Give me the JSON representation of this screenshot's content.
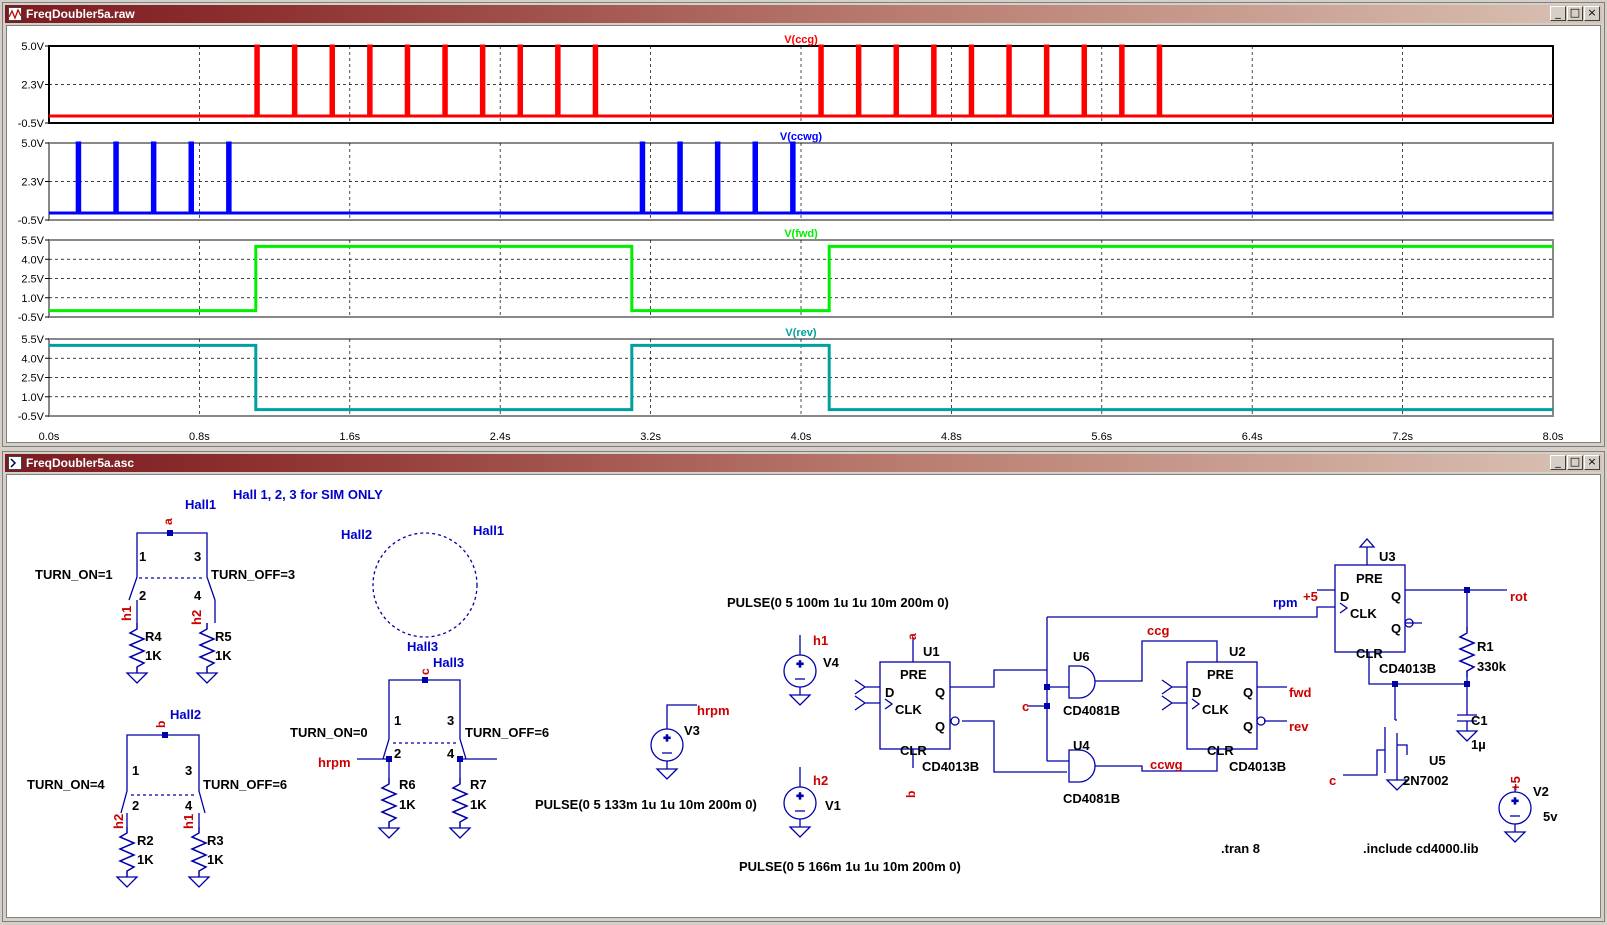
{
  "waveform_window": {
    "title": "FreqDoubler5a.raw",
    "buttons": [
      "_",
      "□",
      "×"
    ],
    "x_ticks": [
      "0.0s",
      "0.8s",
      "1.6s",
      "2.4s",
      "3.2s",
      "4.0s",
      "4.8s",
      "5.6s",
      "6.4s",
      "7.2s",
      "8.0s"
    ],
    "panes": [
      {
        "trace": "V(ccg)",
        "color": "#ff0000",
        "y_ticks": [
          "5.0V",
          "2.3V",
          "-0.5V"
        ]
      },
      {
        "trace": "V(ccwg)",
        "color": "#0000ff",
        "y_ticks": [
          "5.0V",
          "2.3V",
          "-0.5V"
        ]
      },
      {
        "trace": "V(fwd)",
        "color": "#00ee00",
        "y_ticks": [
          "5.5V",
          "4.0V",
          "2.5V",
          "1.0V",
          "-0.5V"
        ]
      },
      {
        "trace": "V(rev)",
        "color": "#00a0a0",
        "y_ticks": [
          "5.5V",
          "4.0V",
          "2.5V",
          "1.0V",
          "-0.5V"
        ]
      }
    ]
  },
  "chart_data": [
    {
      "type": "line",
      "title": "V(ccg)",
      "xlim": [
        0,
        8
      ],
      "ylim": [
        -0.5,
        5.0
      ],
      "series": [
        {
          "name": "V(ccg)",
          "pulses_at_s": [
            1.1,
            1.3,
            1.5,
            1.7,
            1.9,
            2.1,
            2.3,
            2.5,
            2.7,
            2.9,
            4.1,
            4.3,
            4.5,
            4.7,
            4.9,
            5.1,
            5.3,
            5.5,
            5.7,
            5.9
          ],
          "low": 0.0,
          "high": 5.0
        }
      ]
    },
    {
      "type": "line",
      "title": "V(ccwg)",
      "xlim": [
        0,
        8
      ],
      "ylim": [
        -0.5,
        5.0
      ],
      "series": [
        {
          "name": "V(ccwg)",
          "pulses_at_s": [
            0.15,
            0.35,
            0.55,
            0.75,
            0.95,
            3.15,
            3.35,
            3.55,
            3.75,
            3.95
          ],
          "low": 0.0,
          "high": 5.0
        }
      ]
    },
    {
      "type": "line",
      "title": "V(fwd)",
      "xlim": [
        0,
        8
      ],
      "ylim": [
        -0.5,
        5.5
      ],
      "series": [
        {
          "name": "V(fwd)",
          "x": [
            0,
            1.1,
            1.1,
            3.1,
            3.1,
            4.15,
            4.15,
            8.0
          ],
          "y": [
            0,
            0,
            5,
            5,
            0,
            0,
            5,
            5
          ]
        }
      ]
    },
    {
      "type": "line",
      "title": "V(rev)",
      "xlim": [
        0,
        8
      ],
      "ylim": [
        -0.5,
        5.5
      ],
      "series": [
        {
          "name": "V(rev)",
          "x": [
            0,
            1.1,
            1.1,
            3.1,
            3.1,
            4.15,
            4.15,
            8.0
          ],
          "y": [
            5,
            5,
            0,
            0,
            5,
            5,
            0,
            0
          ]
        }
      ]
    }
  ],
  "schematic_window": {
    "title": "FreqDoubler5a.asc",
    "buttons": [
      "_",
      "□",
      "×"
    ],
    "labels": {
      "hall_note": "Hall 1, 2, 3 for SIM ONLY",
      "hall1": "Hall1",
      "hall2": "Hall2",
      "hall3": "Hall3",
      "circle_hall1": "Hall1",
      "circle_hall2": "Hall2",
      "circle_hall3": "Hall3",
      "sw1_turn_on": "TURN_ON=1",
      "sw1_turn_off": "TURN_OFF=3",
      "sw2_turn_on": "TURN_ON=4",
      "sw2_turn_off": "TURN_OFF=6",
      "sw3_turn_on": "TURN_ON=0",
      "sw3_turn_off": "TURN_OFF=6",
      "pin1": "1",
      "pin2": "2",
      "pin3": "3",
      "pin4": "4",
      "net_a": "a",
      "net_b": "b",
      "net_c": "c",
      "net_h1": "h1",
      "net_h2": "h2",
      "net_hrpm": "hrpm",
      "R4": "R4",
      "R5": "R5",
      "R2": "R2",
      "R3": "R3",
      "R6": "R6",
      "R7": "R7",
      "R1": "R1",
      "val_1k": "1K",
      "val_330k": "330k",
      "C1": "C1",
      "C1_val": "1µ",
      "V1": "V1",
      "V2": "V2",
      "V3": "V3",
      "V4": "V4",
      "V2_val": "5v",
      "pulse_v4": "PULSE(0 5 100m 1u 1u 10m 200m 0)",
      "pulse_v3": "PULSE(0 5 133m 1u 1u 10m 200m 0)",
      "pulse_v1": "PULSE(0 5 166m 1u 1u 10m 200m 0)",
      "U1": "U1",
      "U2": "U2",
      "U3": "U3",
      "U4": "U4",
      "U5": "U5",
      "U6": "U6",
      "cd4013b": "CD4013B",
      "cd4081b": "CD4081B",
      "q_2n7002": "2N7002",
      "pre": "PRE",
      "clr": "CLR",
      "d": "D",
      "clk": "CLK",
      "q": "Q",
      "qbar": "Q",
      "net_ccg": "ccg",
      "net_ccwg": "ccwg",
      "net_fwd": "fwd",
      "net_rev": "rev",
      "net_rpm": "rpm",
      "net_rot": "rot",
      "net_plus5": "+5",
      "directive_tran": ".tran 8",
      "directive_include": ".include cd4000.lib"
    }
  }
}
